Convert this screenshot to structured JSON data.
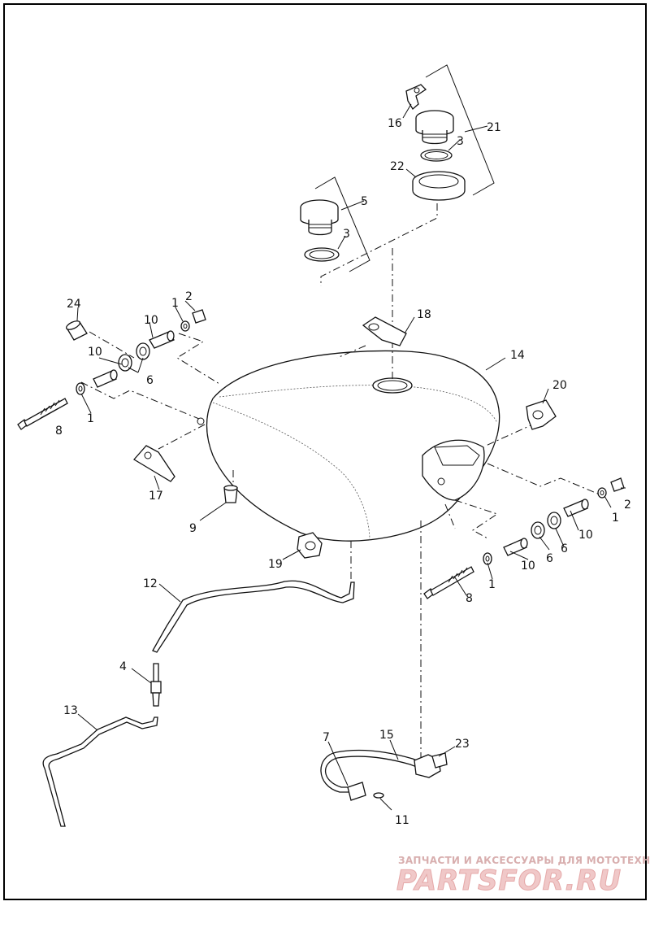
{
  "callouts": {
    "c1a": "1",
    "c1b": "1",
    "c1c": "1",
    "c1d": "1",
    "c2a": "2",
    "c2b": "2",
    "c3a": "3",
    "c3b": "3",
    "c4": "4",
    "c5": "5",
    "c6a": "6",
    "c6b": "6",
    "c6c": "6",
    "c7": "7",
    "c8a": "8",
    "c8b": "8",
    "c9": "9",
    "c10a": "10",
    "c10b": "10",
    "c10c": "10",
    "c10d": "10",
    "c11": "11",
    "c12": "12",
    "c13": "13",
    "c14": "14",
    "c15": "15",
    "c16": "16",
    "c17": "17",
    "c18": "18",
    "c19": "19",
    "c20": "20",
    "c21": "21",
    "c22": "22",
    "c23": "23",
    "c24": "24"
  },
  "watermark": {
    "tagline": "ЗАПЧАСТИ И АКСЕССУАРЫ ДЛЯ МОТОТЕХНИКИ",
    "brand": "PARTSFOR.RU"
  }
}
